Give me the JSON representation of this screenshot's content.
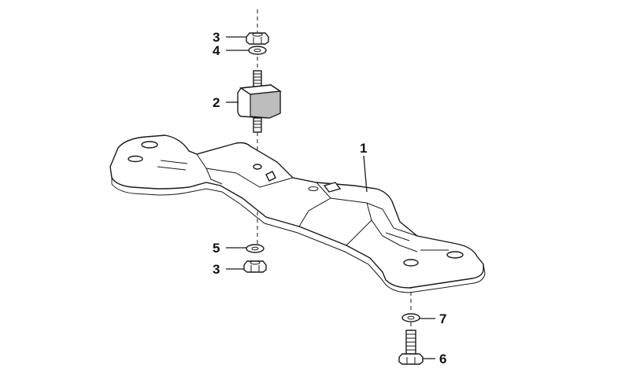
{
  "diagram": {
    "callouts": {
      "c1": "1",
      "c2": "2",
      "c3_top": "3",
      "c4": "4",
      "c5": "5",
      "c3_bottom": "3",
      "c6": "6",
      "c7": "7"
    },
    "colors": {
      "ink": "#1a1a1a",
      "background": "#ffffff",
      "rubber": "#bdbdbd"
    }
  }
}
